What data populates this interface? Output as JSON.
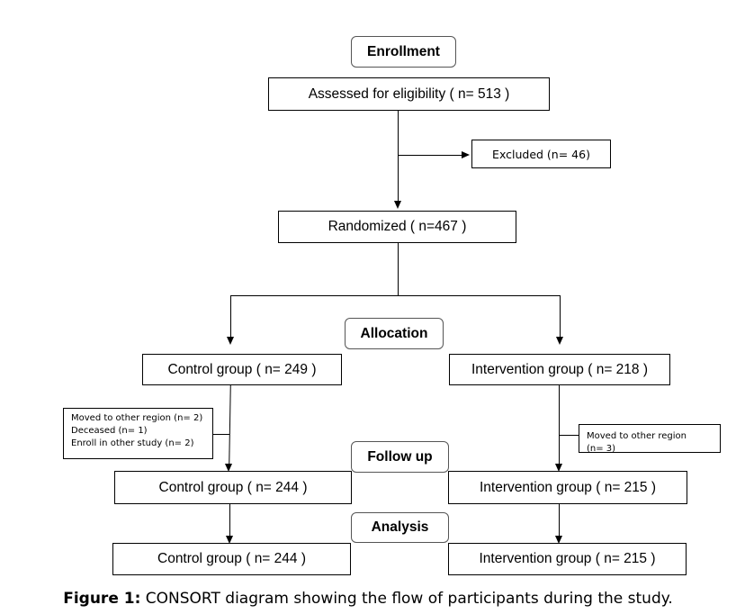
{
  "phases": {
    "enrollment": "Enrollment",
    "allocation": "Allocation",
    "follow_up": "Follow up",
    "analysis": "Analysis"
  },
  "boxes": {
    "assessed": "Assessed for eligibility ( n= 513 )",
    "excluded": "Excluded (n= 46)",
    "randomized": "Randomized ( n=467  )",
    "control_alloc": "Control group ( n= 249 )",
    "intervention_alloc": "Intervention group ( n= 218 )",
    "control_followup": "Control group ( n= 244 )",
    "intervention_followup": "Intervention group ( n= 215 )",
    "control_analysis": "Control group ( n= 244 )",
    "intervention_analysis": "Intervention group ( n= 215 )"
  },
  "notes": {
    "control_losses": [
      "Moved to other region (n= 2)",
      "Deceased (n= 1)",
      "Enroll in other study (n= 2)"
    ],
    "intervention_losses": [
      "Moved to other region (n= 3)"
    ]
  },
  "caption": {
    "label": "Figure 1:",
    "text": " CONSORT diagram showing the flow of participants during the study."
  }
}
